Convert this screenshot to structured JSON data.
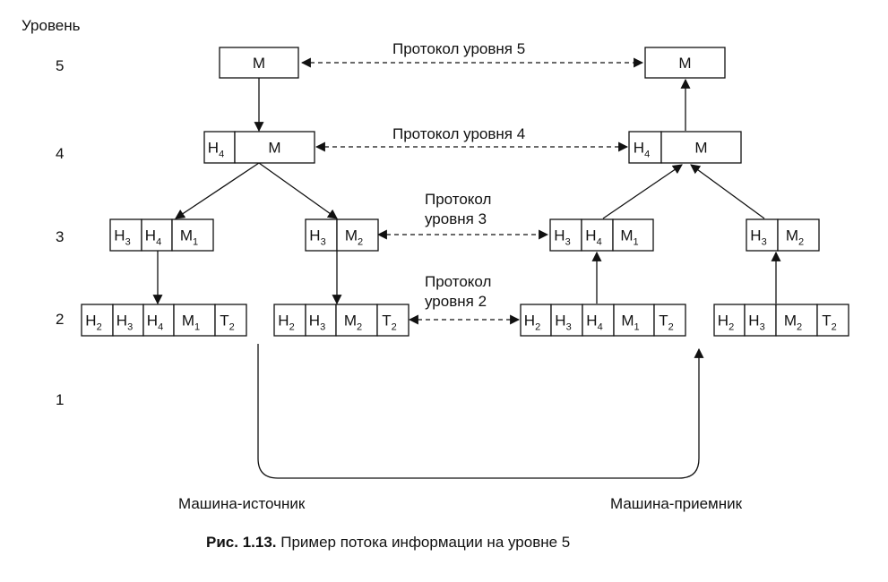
{
  "levels": {
    "heading": "Уровень",
    "l5": "5",
    "l4": "4",
    "l3": "3",
    "l2": "2",
    "l1": "1"
  },
  "protocols": {
    "p5": "Протокол уровня 5",
    "p4": "Протокол уровня 4",
    "p3_line1": "Протокол",
    "p3_line2": "уровня 3",
    "p2_line1": "Протокол",
    "p2_line2": "уровня 2"
  },
  "machines": {
    "source": "Машина-источник",
    "receiver": "Машина-приемник"
  },
  "caption": {
    "label": "Рис. 1.13.",
    "text": " Пример потока информации на уровне 5"
  },
  "packets": {
    "src_l5": [
      {
        "m": "M",
        "s": ""
      }
    ],
    "src_l4": [
      {
        "m": "H",
        "s": "4"
      },
      {
        "m": "M",
        "s": ""
      }
    ],
    "src_l3a": [
      {
        "m": "H",
        "s": "3"
      },
      {
        "m": "H",
        "s": "4"
      },
      {
        "m": "M",
        "s": "1"
      }
    ],
    "src_l3b": [
      {
        "m": "H",
        "s": "3"
      },
      {
        "m": "M",
        "s": "2"
      }
    ],
    "src_l2a": [
      {
        "m": "H",
        "s": "2"
      },
      {
        "m": "H",
        "s": "3"
      },
      {
        "m": "H",
        "s": "4"
      },
      {
        "m": "M",
        "s": "1"
      },
      {
        "m": "T",
        "s": "2"
      }
    ],
    "src_l2b": [
      {
        "m": "H",
        "s": "2"
      },
      {
        "m": "H",
        "s": "3"
      },
      {
        "m": "M",
        "s": "2"
      },
      {
        "m": "T",
        "s": "2"
      }
    ],
    "dst_l5": [
      {
        "m": "M",
        "s": ""
      }
    ],
    "dst_l4": [
      {
        "m": "H",
        "s": "4"
      },
      {
        "m": "M",
        "s": ""
      }
    ],
    "dst_l3a": [
      {
        "m": "H",
        "s": "3"
      },
      {
        "m": "H",
        "s": "4"
      },
      {
        "m": "M",
        "s": "1"
      }
    ],
    "dst_l3b": [
      {
        "m": "H",
        "s": "3"
      },
      {
        "m": "M",
        "s": "2"
      }
    ],
    "dst_l2a": [
      {
        "m": "H",
        "s": "2"
      },
      {
        "m": "H",
        "s": "3"
      },
      {
        "m": "H",
        "s": "4"
      },
      {
        "m": "M",
        "s": "1"
      },
      {
        "m": "T",
        "s": "2"
      }
    ],
    "dst_l2b": [
      {
        "m": "H",
        "s": "2"
      },
      {
        "m": "H",
        "s": "3"
      },
      {
        "m": "M",
        "s": "2"
      },
      {
        "m": "T",
        "s": "2"
      }
    ]
  }
}
